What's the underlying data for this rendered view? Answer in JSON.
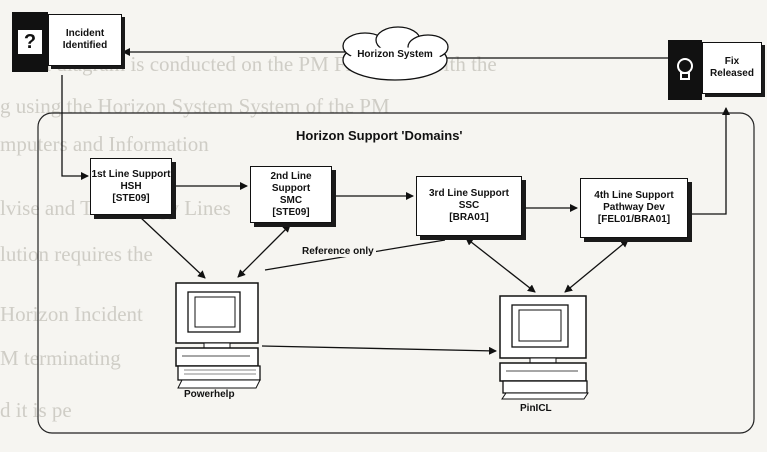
{
  "background_text": [
    "al diagram is conducted on the PM Floor Line with the",
    "g using the Horizon System System of the PM",
    "mputers and Information",
    "lvise and Technology Lines",
    "lution requires the",
    "Horizon Incident",
    "M terminating",
    "d it is pe"
  ],
  "incident": {
    "icon": "?",
    "line1": "Incident",
    "line2": "Identified"
  },
  "fix": {
    "icon": "lightbulb",
    "line1": "Fix",
    "line2": "Released"
  },
  "cloud": {
    "label": "Horizon System"
  },
  "domain_title": "Horizon Support 'Domains'",
  "support": [
    {
      "l1": "1st Line Support",
      "l2": "HSH",
      "l3": "[STE09]"
    },
    {
      "l1": "2nd Line Support",
      "l2": "SMC",
      "l3": "[STE09]"
    },
    {
      "l1": "3rd Line Support",
      "l2": "SSC",
      "l3": "[BRA01]"
    },
    {
      "l1": "4th Line Support",
      "l2": "Pathway Dev",
      "l3": "[FEL01/BRA01]"
    }
  ],
  "reference_label": "Reference only",
  "computers": {
    "left": "Powerhelp",
    "right": "PinICL"
  }
}
